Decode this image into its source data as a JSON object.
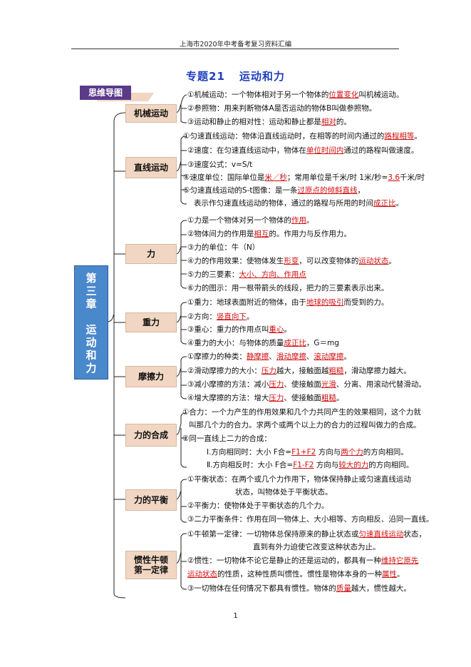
{
  "header": {
    "text": "上海市2020年中考备考复习资料汇编"
  },
  "title": {
    "topic": "专题21",
    "name": "运动和力"
  },
  "tab": {
    "label": "思维导图"
  },
  "chapter": {
    "chars": [
      "第",
      "三",
      "章",
      "",
      "运",
      "动",
      "和",
      "力"
    ]
  },
  "categories": [
    {
      "label": "机械运动"
    },
    {
      "label": "直线运动"
    },
    {
      "label": "力"
    },
    {
      "label": "重力"
    },
    {
      "label": "摩擦力"
    },
    {
      "label": "力的合成"
    },
    {
      "label": "力的平衡"
    },
    {
      "label": "惯性牛顿\n第一定律"
    }
  ],
  "lines": [
    [
      {
        "t": "①机械运动：一个物体相对于另一个物体的"
      },
      {
        "t": "位置变化",
        "r": 1
      },
      {
        "t": "叫机械运动。"
      }
    ],
    [
      {
        "t": "②参照物：用来判断物体A是否运动的物体B叫做参照物。"
      }
    ],
    [
      {
        "t": "③运动和静止的相对性：运动和静止都是"
      },
      {
        "t": "相对",
        "r": 1
      },
      {
        "t": "的。"
      }
    ],
    [
      {
        "t": "①匀速直线运动：物体沿直线运动时，在相等的时间内通过的"
      },
      {
        "t": "路程相等",
        "r": 1
      },
      {
        "t": "。"
      }
    ],
    [
      {
        "t": "②速度：在匀速直线运动中，物体在"
      },
      {
        "t": "单位时间内",
        "r": 1
      },
      {
        "t": "通过的路程叫做速度。"
      }
    ],
    [
      {
        "t": "③速度公式：v=S/t"
      }
    ],
    [
      {
        "t": "④速度单位：国际单位是"
      },
      {
        "t": "米／秒",
        "r": 1
      },
      {
        "t": "；常用单位是千米/时 1米/秒="
      },
      {
        "t": "3.6",
        "r": 1
      },
      {
        "t": "千米/时"
      }
    ],
    [
      {
        "t": "⑤匀速直线运动的S-t图像：是一条"
      },
      {
        "t": "过原点的倾斜直线",
        "r": 1
      },
      {
        "t": "，"
      }
    ],
    [
      {
        "t": "表示作匀速直线运动的物体，通过的路程与所用的时间"
      },
      {
        "t": "成正比",
        "r": 1
      },
      {
        "t": "。"
      }
    ],
    [
      {
        "t": "①力是一个物体对另一个物体的"
      },
      {
        "t": "作用",
        "r": 1
      },
      {
        "t": "。"
      }
    ],
    [
      {
        "t": "②物体间力的作用是"
      },
      {
        "t": "相互",
        "r": 1
      },
      {
        "t": "的。作用力与反作用力。"
      }
    ],
    [
      {
        "t": "③力的单位：牛（N）"
      }
    ],
    [
      {
        "t": "④力的作用效果：使物体发生"
      },
      {
        "t": "形变",
        "r": 1
      },
      {
        "t": "，可以改变物体的"
      },
      {
        "t": "运动状态",
        "r": 1
      },
      {
        "t": "。"
      }
    ],
    [
      {
        "t": "⑤力的三要素："
      },
      {
        "t": "大小、方向、作用点",
        "r": 1
      }
    ],
    [
      {
        "t": "⑥力的图示：用一根带箭头的线段，把力的三要素表示出来。"
      }
    ],
    [
      {
        "t": "①重力：地球表面附近的物体，由于"
      },
      {
        "t": "地球的吸引",
        "r": 1
      },
      {
        "t": "而受到的力。"
      }
    ],
    [
      {
        "t": "②方向："
      },
      {
        "t": "竖直向下",
        "r": 1
      },
      {
        "t": "。"
      }
    ],
    [
      {
        "t": "③重心：重力的作用点叫"
      },
      {
        "t": "重心",
        "r": 1
      },
      {
        "t": "。"
      }
    ],
    [
      {
        "t": "④重力的大小：与物体的质量"
      },
      {
        "t": "成正比",
        "r": 1
      },
      {
        "t": "，G＝mg"
      }
    ],
    [
      {
        "t": "①摩擦力的种类："
      },
      {
        "t": "静摩擦",
        "r": 1
      },
      {
        "t": "、"
      },
      {
        "t": "滑动摩擦",
        "r": 1
      },
      {
        "t": "、"
      },
      {
        "t": "滚动摩擦",
        "r": 1
      },
      {
        "t": "。"
      }
    ],
    [
      {
        "t": "②滑动摩擦力的大小："
      },
      {
        "t": "压力",
        "r": 1
      },
      {
        "t": "越大，接触面越"
      },
      {
        "t": "粗糙",
        "r": 1
      },
      {
        "t": "，滑动摩擦力越大。"
      }
    ],
    [
      {
        "t": "③减小摩擦的方法：减小"
      },
      {
        "t": "压力",
        "r": 1
      },
      {
        "t": "、使接触面"
      },
      {
        "t": "光滑",
        "r": 1
      },
      {
        "t": "、分离、用滚动代替滑动。"
      }
    ],
    [
      {
        "t": "④增大摩擦的方法：增大"
      },
      {
        "t": "压力",
        "r": 1
      },
      {
        "t": "、使接触面"
      },
      {
        "t": "粗糙",
        "r": 1
      },
      {
        "t": "。"
      }
    ],
    [
      {
        "t": "①合力：一个力产生的作用效果和几个力共同产生的效果相同，这个力就"
      }
    ],
    [
      {
        "t": "叫那几个力的合力。求两个或两个以上力的合力的过程叫做力的合成。"
      }
    ],
    [
      {
        "t": "②同一直线上二力的合成："
      }
    ],
    [
      {
        "t": "Ⅰ.方向相同时：大小 F合="
      },
      {
        "t": "F1+F2",
        "r": 1
      },
      {
        "t": "  方向与"
      },
      {
        "t": "两个力",
        "r": 1
      },
      {
        "t": "的方向相同。"
      }
    ],
    [
      {
        "t": "Ⅱ.方向相反时：大小 F合="
      },
      {
        "t": "F1-F2",
        "r": 1
      },
      {
        "t": "  方向与"
      },
      {
        "t": "较大的力",
        "r": 1
      },
      {
        "t": "的方向相同。"
      }
    ],
    [
      {
        "t": "①平衡状态：在两个或几个力作用下，物体保持静止或匀速直线运动"
      }
    ],
    [
      {
        "t": "状态，叫物体处于平衡状态。"
      }
    ],
    [
      {
        "t": "②平衡力：使物体处于平衡状态的几个力。"
      }
    ],
    [
      {
        "t": "③二力平衡条件：作用在同一物体上、大小相等、方向相反、沿同一直线。"
      }
    ],
    [
      {
        "t": "①牛顿第一定律：一切物体总保持原来的静止状态或"
      },
      {
        "t": "匀速直线运动",
        "r": 1
      },
      {
        "t": "状态，"
      }
    ],
    [
      {
        "t": "直到有外力迫使它改变这种状态为止。"
      }
    ],
    [
      {
        "t": "②惯性：一切物体不论它是静止的还是运动的，都具有一种"
      },
      {
        "t": "维持它原先",
        "r": 1
      }
    ],
    [
      {
        "t": "运动状态",
        "r": 1
      },
      {
        "t": "的性质，这种性质叫惯性。惯性是物体本身的一种"
      },
      {
        "t": "属性",
        "r": 1
      },
      {
        "t": "。"
      }
    ],
    [
      {
        "t": "③一切物体在任何情况下都具有惯性。物体的"
      },
      {
        "t": "质量",
        "r": 1
      },
      {
        "t": "越大，惯性越大。"
      }
    ]
  ],
  "page_number": "1"
}
